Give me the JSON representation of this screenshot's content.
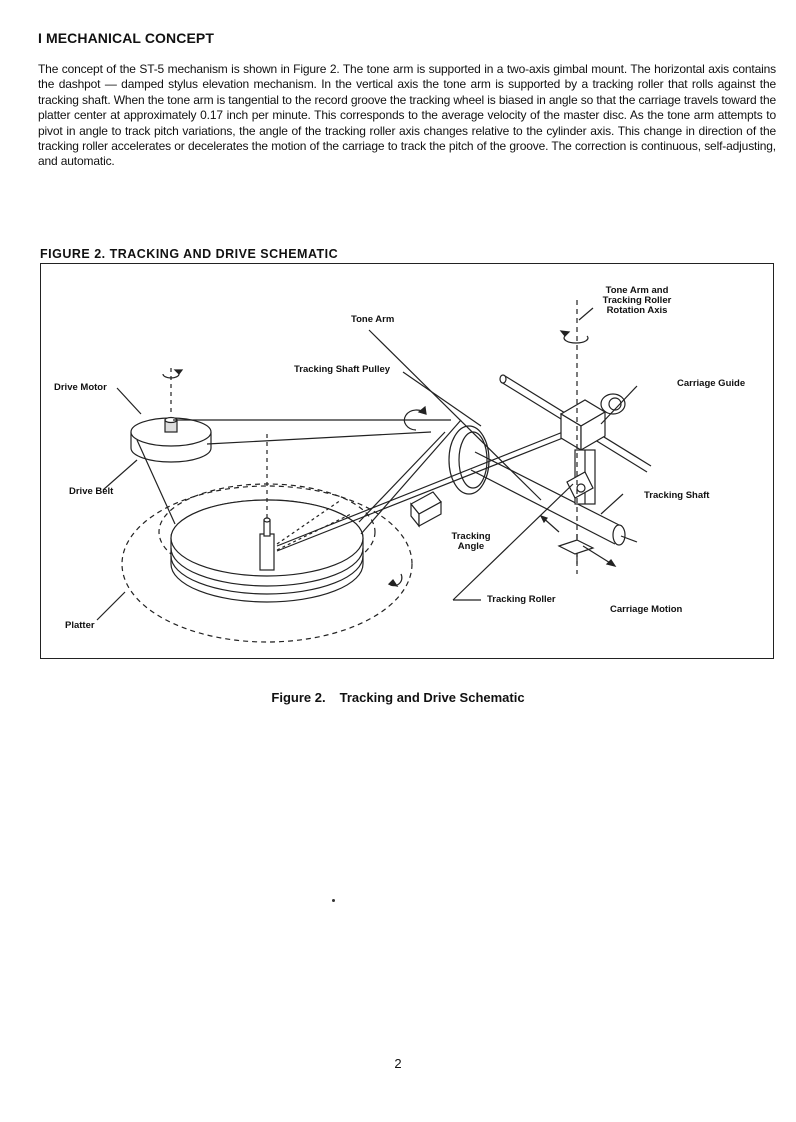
{
  "section": {
    "heading": "I MECHANICAL CONCEPT",
    "paragraph": "The concept of the ST-5 mechanism is shown in Figure 2. The tone arm is supported in a two-axis gimbal mount. The horizontal axis contains the dashpot — damped stylus elevation mechanism. In the vertical axis the tone arm is supported by a tracking roller that rolls against the tracking shaft. When the tone arm is tangential to the record groove the tracking wheel is biased in angle so that the carriage travels toward the platter center at approximately 0.17 inch per minute. This corresponds to the average velocity of the master disc. As the tone arm attempts to pivot in angle to track pitch variations, the angle of the tracking roller axis changes relative to the cylinder axis. This change in direction of the tracking roller accelerates or decelerates the motion of the carriage to track the pitch of the groove. The correction is continuous, self-adjusting, and automatic."
  },
  "figure": {
    "heading": "FIGURE 2.  TRACKING AND DRIVE SCHEMATIC",
    "labels": {
      "tone_arm": "Tone Arm",
      "rotation_axis_line1": "Tone Arm and",
      "rotation_axis_line2": "Tracking Roller",
      "rotation_axis_line3": "Rotation Axis",
      "tracking_shaft_pulley": "Tracking Shaft Pulley",
      "drive_motor": "Drive Motor",
      "carriage_guide": "Carriage Guide",
      "drive_belt": "Drive Belt",
      "tracking_shaft": "Tracking Shaft",
      "tracking_angle_line1": "Tracking",
      "tracking_angle_line2": "Angle",
      "tracking_roller": "Tracking Roller",
      "carriage_motion": "Carriage Motion",
      "platter": "Platter"
    },
    "caption_number": "Figure 2.",
    "caption_title": "Tracking and Drive Schematic"
  },
  "page_number": "2"
}
